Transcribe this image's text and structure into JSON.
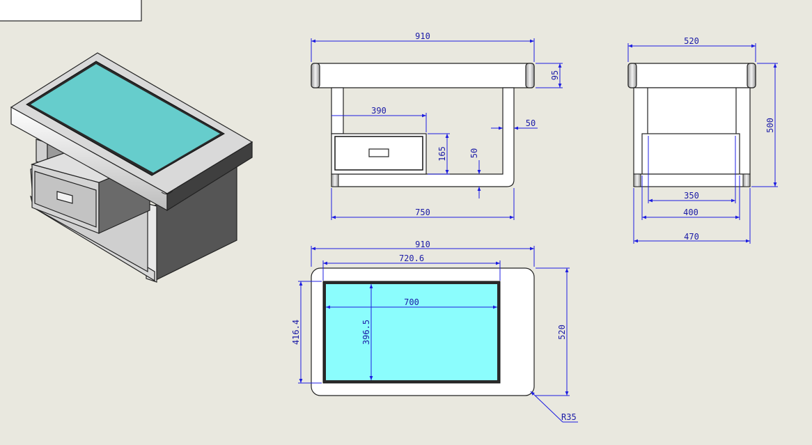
{
  "colors": {
    "background": "#e9e8df",
    "dimension": "#1d1de0",
    "dimension_text": "#1a1aa6",
    "screen_iso": "#66cdcc",
    "screen_plan": "#8bfdfd",
    "body_light": "#f6f6f6",
    "body_mid": "#c8c8c8",
    "body_dark": "#5a5a5a"
  },
  "front_view": {
    "width": "910",
    "top_thickness": "95",
    "drawer_width": "390",
    "drawer_height": "165",
    "bottom_thickness": "50",
    "leg_thickness": "50",
    "base_length": "750"
  },
  "side_view": {
    "width": "520",
    "height": "500",
    "drawer_depth": "350",
    "inner_width": "400",
    "base_width": "470"
  },
  "top_view": {
    "width": "910",
    "frame_width": "720.6",
    "screen_width": "700",
    "screen_height": "396.5",
    "frame_height": "416.4",
    "depth": "520",
    "corner_radius": "R35"
  }
}
